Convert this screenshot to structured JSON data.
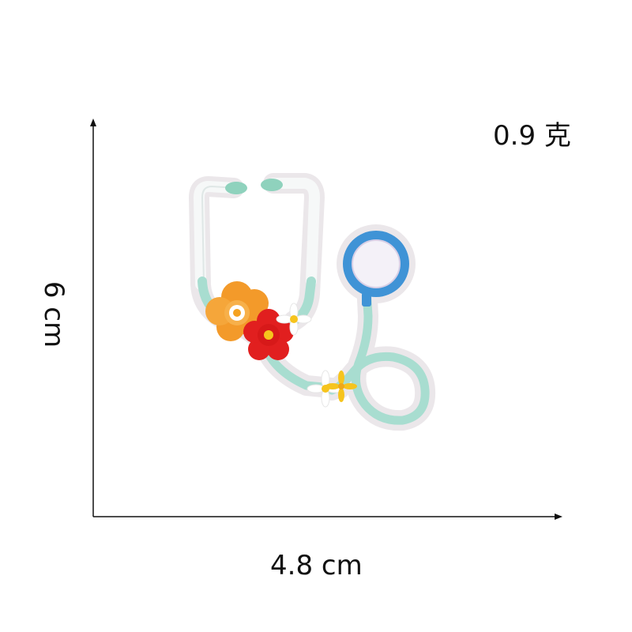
{
  "labels": {
    "weight": "0.9 克",
    "width": "4.8 cm",
    "height": "6 cm"
  },
  "colors": {
    "background": "#ffffff",
    "text": "#111111",
    "axis": "#111111",
    "tube_mint": "#a8ddd0",
    "tube_white": "#f7f9f8",
    "halo": "#e9e6e8",
    "chest_blue": "#3f93d6",
    "chest_inner": "#f4f1f8",
    "flower_orange": "#f39a2a",
    "flower_red": "#e11f1f",
    "flower_yellow": "#f6c41d"
  }
}
